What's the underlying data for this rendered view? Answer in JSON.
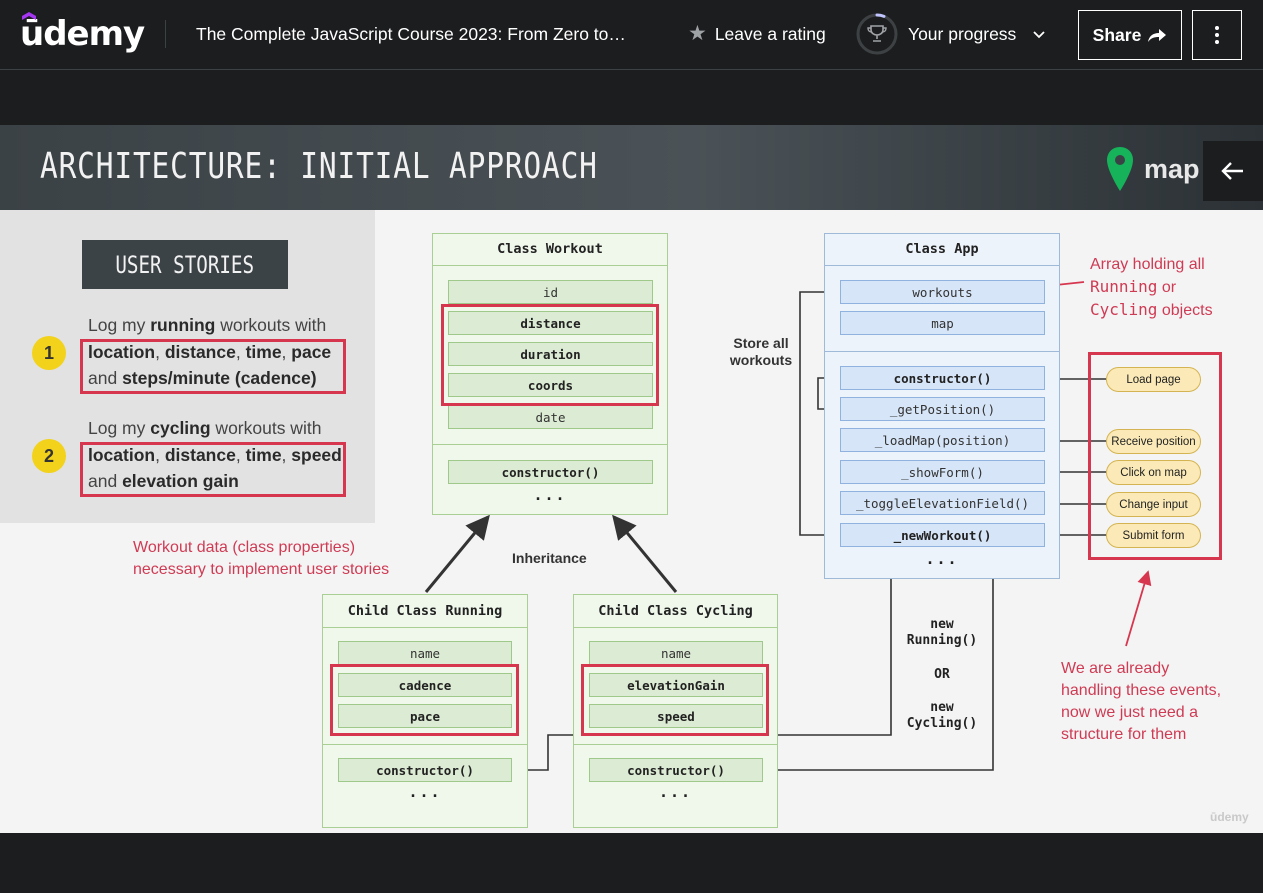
{
  "header": {
    "logo_text": "ūdemy",
    "course_title": "The Complete JavaScript Course 2023: From Zero to…",
    "rating_label": "Leave a rating",
    "progress_label": "Your progress",
    "share_label": "Share",
    "progress_fraction": 0.06
  },
  "slide": {
    "title": "ARCHITECTURE: INITIAL APPROACH",
    "logo_text": "map",
    "watermark": "ūdemy"
  },
  "stories": {
    "badge": "USER STORIES",
    "items": [
      {
        "number": "1",
        "line1_a": "Log my ",
        "line1_b": "running",
        "line1_c": " workouts with",
        "line2_b1": "location",
        "line2_t1": ", ",
        "line2_b2": "distance",
        "line2_t2": ", ",
        "line2_b3": "time",
        "line2_t3": ", ",
        "line2_b4": "pace",
        "line3_t": "and ",
        "line3_b": "steps/minute (cadence)"
      },
      {
        "number": "2",
        "line1_a": "Log my ",
        "line1_b": "cycling",
        "line1_c": " workouts with",
        "line2_b1": "location",
        "line2_t1": ", ",
        "line2_b2": "distance",
        "line2_t2": ", ",
        "line2_b3": "time",
        "line2_t3": ", ",
        "line2_b4": "speed",
        "line3_t": "and ",
        "line3_b": "elevation gain"
      }
    ]
  },
  "workout": {
    "title": "Class Workout",
    "fields": [
      "id",
      "distance",
      "duration",
      "coords",
      "date"
    ],
    "method": "constructor()",
    "dots": "..."
  },
  "running": {
    "title": "Child Class Running",
    "fields": [
      "name",
      "cadence",
      "pace"
    ],
    "method": "constructor()",
    "dots": "..."
  },
  "cycling": {
    "title": "Child Class Cycling",
    "fields": [
      "name",
      "elevationGain",
      "speed"
    ],
    "method": "constructor()",
    "dots": "..."
  },
  "app": {
    "title": "Class App",
    "fields": [
      "workouts",
      "map"
    ],
    "methods": [
      "constructor()",
      "_getPosition()",
      "_loadMap(position)",
      "_showForm()",
      "_toggleElevationField()",
      "_newWorkout()"
    ],
    "dots": "..."
  },
  "events": [
    "Load page",
    "Receive position",
    "Click on map",
    "Change input",
    "Submit form"
  ],
  "notes": {
    "workout_data_1": "Workout data (class properties)",
    "workout_data_2": "necessary to implement user stories",
    "inheritance": "Inheritance",
    "store_1": "Store all",
    "store_2": "workouts",
    "array_1": "Array holding all",
    "array_2a": "Running",
    "array_2b": " or",
    "array_3a": "Cycling",
    "array_3b": " objects",
    "new_running_1": "new",
    "new_running_2": "Running()",
    "or": "OR",
    "new_cycling_1": "new",
    "new_cycling_2": "Cycling()",
    "handling_1": "We are already",
    "handling_2": "handling these events,",
    "handling_3": "now we just need a",
    "handling_4": "structure for them"
  },
  "colors": {
    "accent_red": "#d7364f",
    "green_box": "#dcebd3",
    "blue_box": "#d6e5f7",
    "event_yellow": "#fbeab7",
    "badge_yellow": "#f2d21b"
  }
}
